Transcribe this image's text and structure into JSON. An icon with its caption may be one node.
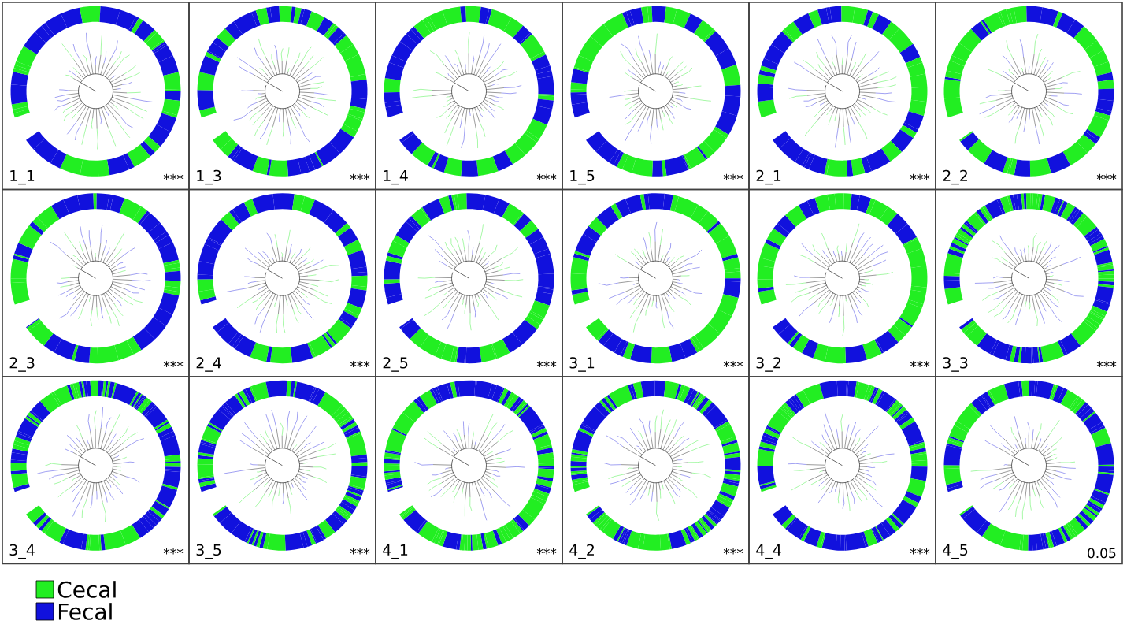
{
  "diagram": {
    "nodes": [
      {
        "text": [
          "1_1",
          "***"
        ]
      },
      {
        "text": [
          "1_3",
          "***"
        ]
      },
      {
        "text": [
          "1_4",
          "***"
        ]
      },
      {
        "text": [
          "1_5",
          "***"
        ]
      },
      {
        "text": [
          "2_1",
          "***"
        ]
      },
      {
        "text": [
          "2_2",
          "***"
        ]
      },
      {
        "text": [
          "2_3",
          "***"
        ]
      },
      {
        "text": [
          "2_4",
          "***"
        ]
      },
      {
        "text": [
          "2_5",
          "***"
        ]
      },
      {
        "text": [
          "3_1",
          "***"
        ]
      },
      {
        "text": [
          "3_2",
          "***"
        ]
      },
      {
        "text": [
          "3_3",
          "***"
        ]
      },
      {
        "text": [
          "3_4",
          "***"
        ]
      },
      {
        "text": [
          "3_5",
          "***"
        ]
      },
      {
        "text": [
          "4_1",
          "***"
        ]
      },
      {
        "text": [
          "4_2",
          "***"
        ]
      },
      {
        "text": [
          "4_4",
          "***"
        ]
      },
      {
        "text": [
          "4_5",
          "0.05"
        ]
      }
    ],
    "legend": [
      {
        "text": "Cecal",
        "color": "#22ee22"
      },
      {
        "text": "Fecal",
        "color": "#1111dd"
      }
    ]
  }
}
